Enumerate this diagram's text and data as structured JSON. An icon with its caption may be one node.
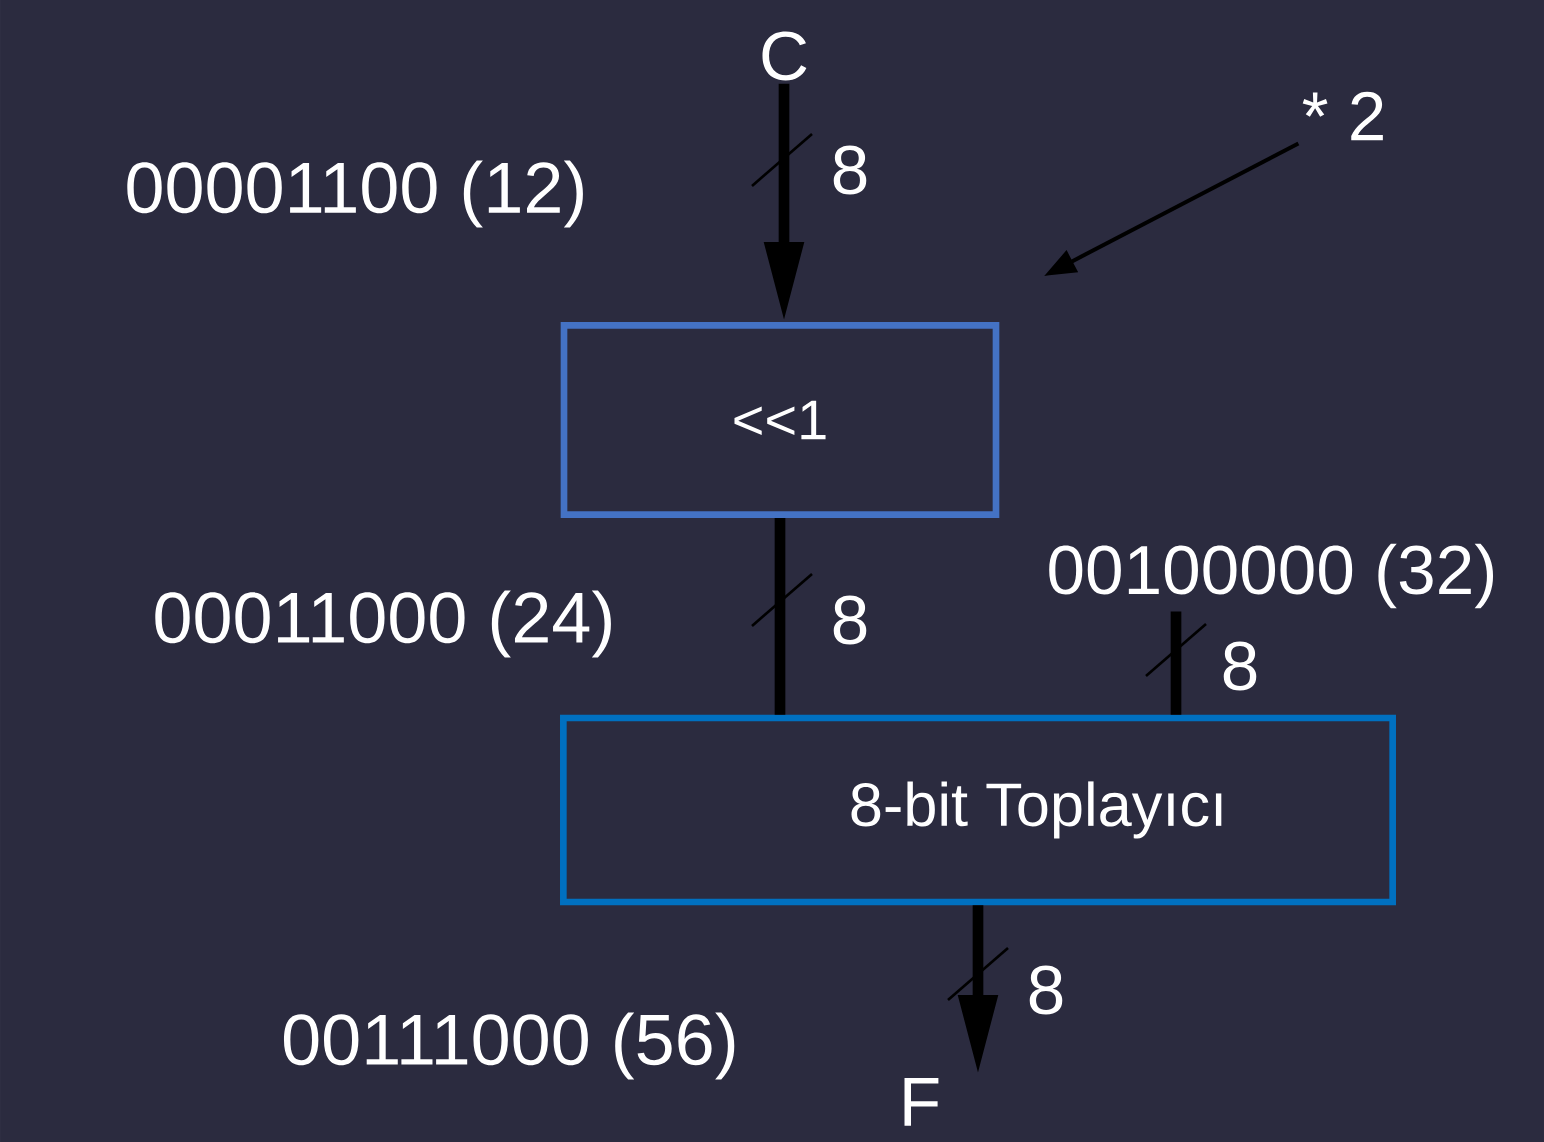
{
  "diagram": {
    "nodes": [
      {
        "text": [
          "C"
        ]
      },
      {
        "text": [
          "<<1"
        ]
      },
      {
        "text": [
          "00100000 (32)"
        ]
      },
      {
        "text": [
          "8-bit Toplayıcı"
        ]
      },
      {
        "text": [
          "F"
        ]
      },
      {
        "text": [
          "* 2"
        ]
      }
    ],
    "edges": [
      {
        "from": 0,
        "to": 1,
        "arrow": "to",
        "label": "8"
      },
      {
        "from": 1,
        "to": 3,
        "arrow": "none",
        "label": "8"
      },
      {
        "from": 2,
        "to": 3,
        "arrow": "none",
        "label": "8"
      },
      {
        "from": 3,
        "to": 4,
        "arrow": "to",
        "label": "8"
      },
      {
        "from": 5,
        "to": null,
        "arrow": "to"
      }
    ],
    "labels": [
      "00001100 (12)",
      "00011000 (24)",
      "00111000 (56)"
    ]
  }
}
